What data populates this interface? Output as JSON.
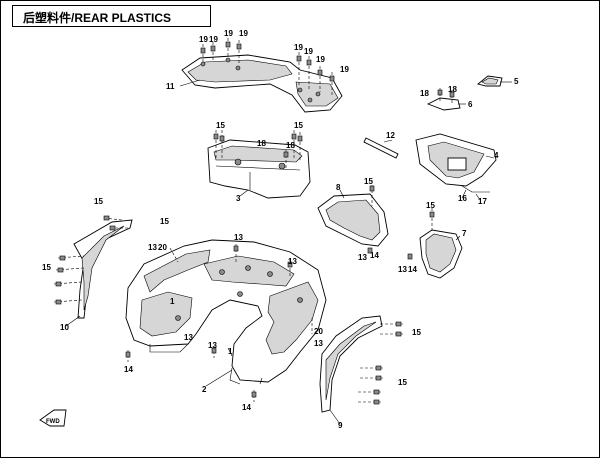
{
  "title": "后塑料件/REAR PLASTICS",
  "fwd_label": "FWD",
  "callouts": {
    "c1": "1",
    "c2": "2",
    "c3": "3",
    "c4": "4",
    "c5": "5",
    "c6": "6",
    "c7": "7",
    "c8": "8",
    "c9": "9",
    "c10": "10",
    "c11": "11",
    "c12": "12",
    "c13": "13",
    "c14": "14",
    "c15": "15",
    "c16": "16",
    "c17": "17",
    "c18": "18",
    "c19": "19",
    "c20": "20"
  }
}
